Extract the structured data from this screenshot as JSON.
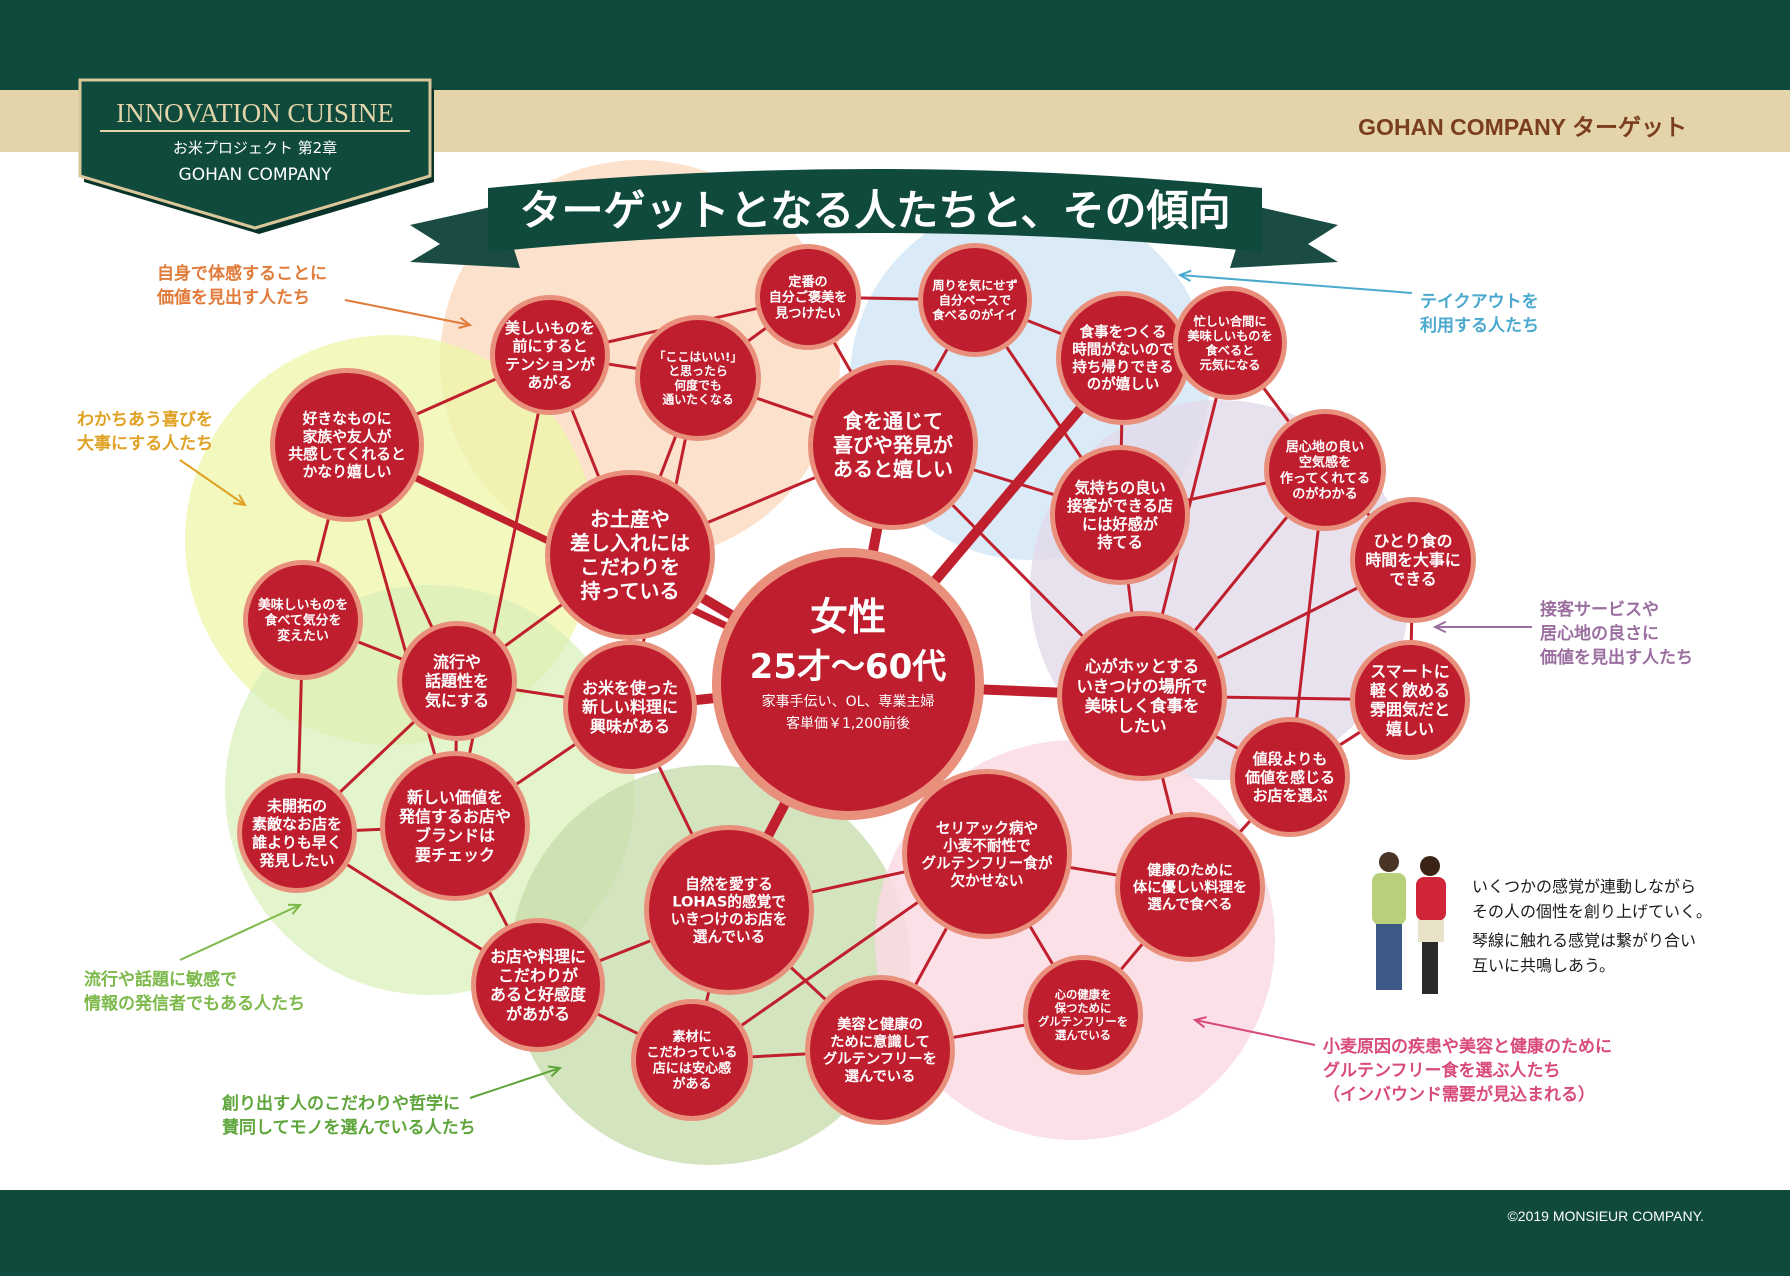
{
  "header": {
    "badge_title": "INNOVATION CUISINE",
    "badge_sub1": "お米プロジェクト 第2章",
    "badge_sub2": "GOHAN COMPANY",
    "right_title": "GOHAN COMPANY ターゲット"
  },
  "banner_title": "ターゲットとなる人たちと、その傾向",
  "center": {
    "title1": "女性",
    "title2": "25才〜60代",
    "sub1": "家事手伝い、OL、専業主婦",
    "sub2": "客単価￥1,200前後"
  },
  "nodes": [
    {
      "id": "teiban",
      "lines": [
        "定番の",
        "自分ご褒美を",
        "見つけたい"
      ]
    },
    {
      "id": "mawari",
      "lines": [
        "周りを気にせず",
        "自分ペースで",
        "食べるのがイイ"
      ]
    },
    {
      "id": "utsukushii",
      "lines": [
        "美しいものを",
        "前にすると",
        "テンションが",
        "あがる"
      ]
    },
    {
      "id": "kokowa",
      "lines": [
        "「ここはいい!」",
        "と思ったら",
        "何度でも",
        "通いたくなる"
      ]
    },
    {
      "id": "shoku",
      "lines": [
        "食を通じて",
        "喜びや発見が",
        "あると嬉しい"
      ]
    },
    {
      "id": "shokuji",
      "lines": [
        "食事をつくる",
        "時間がないので",
        "持ち帰りできる",
        "のが嬉しい"
      ]
    },
    {
      "id": "isogashii",
      "lines": [
        "忙しい合間に",
        "美味しいものを",
        "食べると",
        "元気になる"
      ]
    },
    {
      "id": "suki",
      "lines": [
        "好きなものに",
        "家族や友人が",
        "共感してくれると",
        "かなり嬉しい"
      ]
    },
    {
      "id": "omiyage",
      "lines": [
        "お土産や",
        "差し入れには",
        "こだわりを",
        "持っている"
      ]
    },
    {
      "id": "kimochi",
      "lines": [
        "気持ちの良い",
        "接客ができる店",
        "には好感が",
        "持てる"
      ]
    },
    {
      "id": "igokochi",
      "lines": [
        "居心地の良い",
        "空気感を",
        "作ってくれてる",
        "のがわかる"
      ]
    },
    {
      "id": "hitori",
      "lines": [
        "ひとり食の",
        "時間を大事に",
        "できる"
      ]
    },
    {
      "id": "oishii",
      "lines": [
        "美味しいものを",
        "食べて気分を",
        "変えたい"
      ]
    },
    {
      "id": "ryuko",
      "lines": [
        "流行や",
        "話題性を",
        "気にする"
      ]
    },
    {
      "id": "okome",
      "lines": [
        "お米を使った",
        "新しい料理に",
        "興味がある"
      ]
    },
    {
      "id": "hotto",
      "lines": [
        "心がホッとする",
        "いきつけの場所で",
        "美味しく食事を",
        "したい"
      ]
    },
    {
      "id": "smart",
      "lines": [
        "スマートに",
        "軽く飲める",
        "雰囲気だと",
        "嬉しい"
      ]
    },
    {
      "id": "nedan",
      "lines": [
        "値段よりも",
        "価値を感じる",
        "お店を選ぶ"
      ]
    },
    {
      "id": "mikaitaku",
      "lines": [
        "未開拓の",
        "素敵なお店を",
        "誰よりも早く",
        "発見したい"
      ]
    },
    {
      "id": "atarashii",
      "lines": [
        "新しい価値を",
        "発信するお店や",
        "ブランドは",
        "要チェック"
      ]
    },
    {
      "id": "shizen",
      "lines": [
        "自然を愛する",
        "LOHAS的感覚で",
        "いきつけのお店を",
        "選んでいる"
      ]
    },
    {
      "id": "celiac",
      "lines": [
        "セリアック病や",
        "小麦不耐性で",
        "グルテンフリー食が",
        "欠かせない"
      ]
    },
    {
      "id": "kenko",
      "lines": [
        "健康のために",
        "体に優しい料理を",
        "選んで食べる"
      ]
    },
    {
      "id": "omise",
      "lines": [
        "お店や料理に",
        "こだわりが",
        "あると好感度",
        "があがる"
      ]
    },
    {
      "id": "sozai",
      "lines": [
        "素材に",
        "こだわっている",
        "店には安心感",
        "がある"
      ]
    },
    {
      "id": "biyou",
      "lines": [
        "美容と健康の",
        "ために意識して",
        "グルテンフリーを",
        "選んでいる"
      ]
    },
    {
      "id": "kokoro",
      "lines": [
        "心の健康を",
        "保つために",
        "グルテンフリーを",
        "選んでいる"
      ]
    }
  ],
  "callouts": {
    "jishin": "自身で体感することに\n価値を見出す人たち",
    "wakachi": "わかちあう喜びを\n大事にする人たち",
    "takeout": "テイクアウトを\n利用する人たち",
    "sekkyaku": "接客サービスや\n居心地の良さに\n価値を見出す人たち",
    "ryukou": "流行や話題に敏感で\n情報の発信者でもある人たち",
    "tsukuridasu": "創り出す人のこだわりや哲学に\n賛同してモノを選んでいる人たち",
    "komugi": "小麦原因の疾患や美容と健康のために\nグルテンフリー食を選ぶ人たち\n（インバウンド需要が見込まれる）"
  },
  "caption": {
    "line1": "いくつかの感覚が連動しながら",
    "line2": "その人の個性を創り上げていく。",
    "line3": "琴線に触れる感覚は繋がり合い",
    "line4": "互いに共鳴しあう。"
  },
  "copyright": "©2019 MONSIEUR COMPANY.",
  "colors": {
    "node_red": "#bf1e2e",
    "node_ring": "#e8907c",
    "dark_green": "#0f4a3c",
    "beige": "#e3d4a9",
    "bubble_orange": "#fbd9c0",
    "bubble_yellow": "#eef5a8",
    "bubble_lightgreen": "#d8efb6",
    "bubble_green": "#c5dba9",
    "bubble_blue": "#d3e6f5",
    "bubble_purple": "#e2daea",
    "bubble_pink": "#fadbe3"
  }
}
